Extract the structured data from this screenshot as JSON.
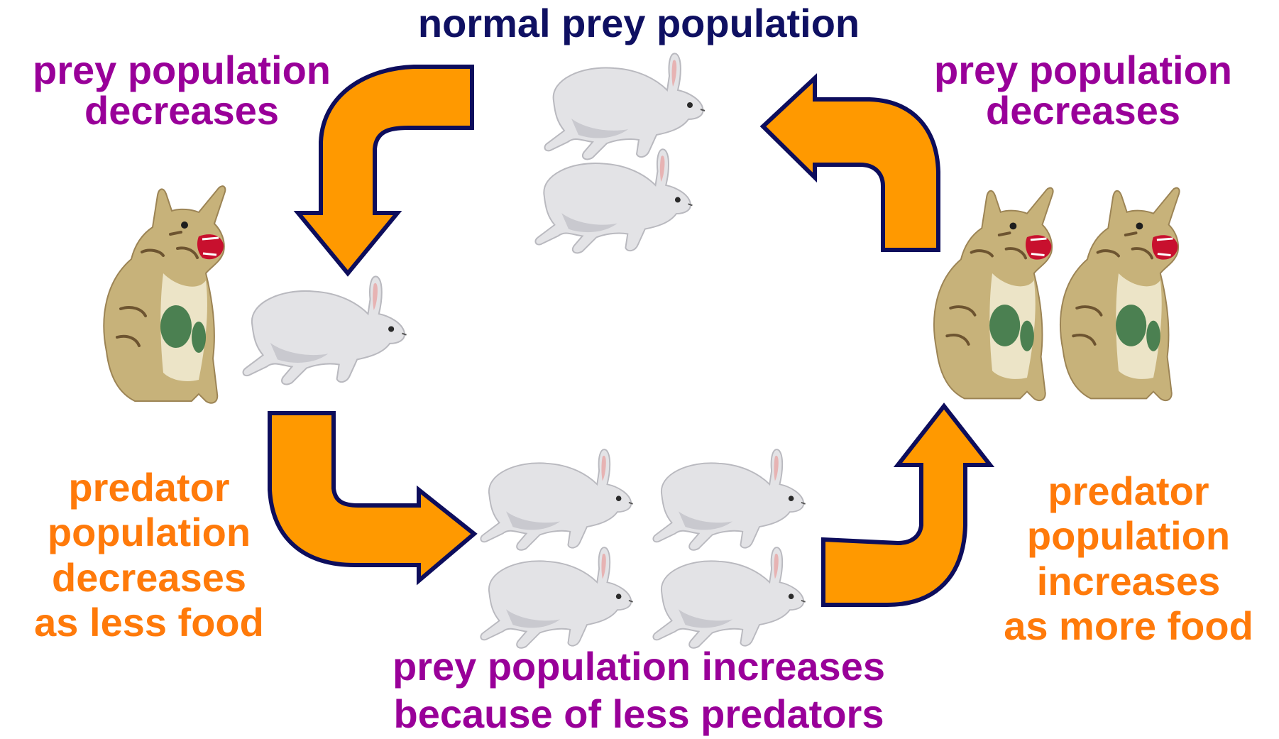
{
  "labels": {
    "top": "normal prey population",
    "top_left": [
      "prey population",
      "decreases"
    ],
    "top_right": [
      "prey population",
      "decreases"
    ],
    "bottom_left": [
      "predator",
      "population",
      "decreases",
      "as less food"
    ],
    "bottom_right": [
      "predator",
      "population",
      "increases",
      "as more food"
    ],
    "bottom_center": [
      "prey population increases",
      "because of less predators"
    ]
  },
  "colors": {
    "title": "#0f1062",
    "prey_text": "#990099",
    "predator_text": "#ff7a0a",
    "arrow_fill": "#ff9900",
    "arrow_outline": "#0d0d5c"
  },
  "figures": {
    "prey_icon": "hare",
    "predator_icon": "bobcat",
    "top_prey_count": 2,
    "left_prey_count": 1,
    "bottom_prey_count": 4,
    "left_predator_count": 1,
    "right_predator_count": 2
  }
}
